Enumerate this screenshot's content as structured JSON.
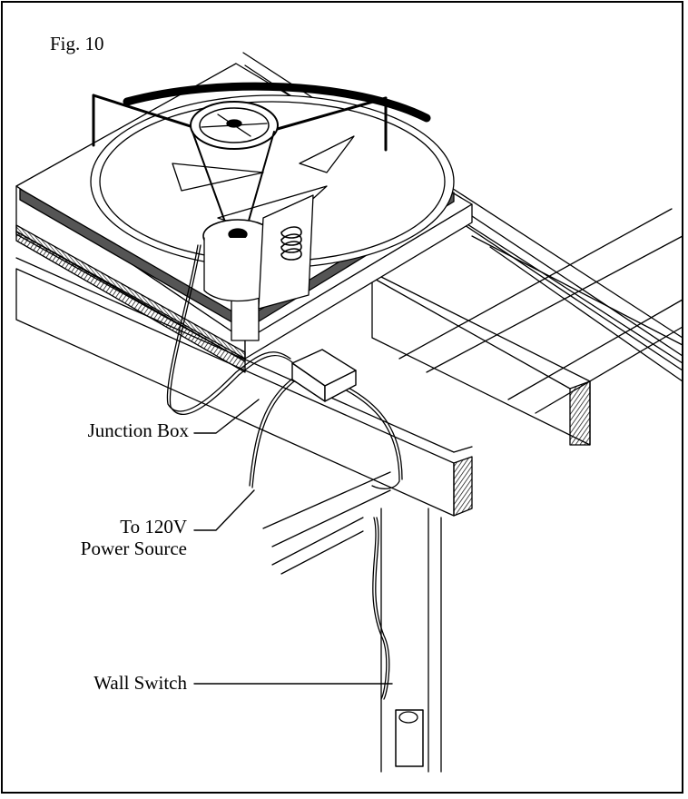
{
  "figure": {
    "label": "Fig. 10",
    "callouts": {
      "junction_box": "Junction Box",
      "power_line1": "To 120V",
      "power_line2": "Power Source",
      "wall_switch": "Wall Switch"
    }
  }
}
